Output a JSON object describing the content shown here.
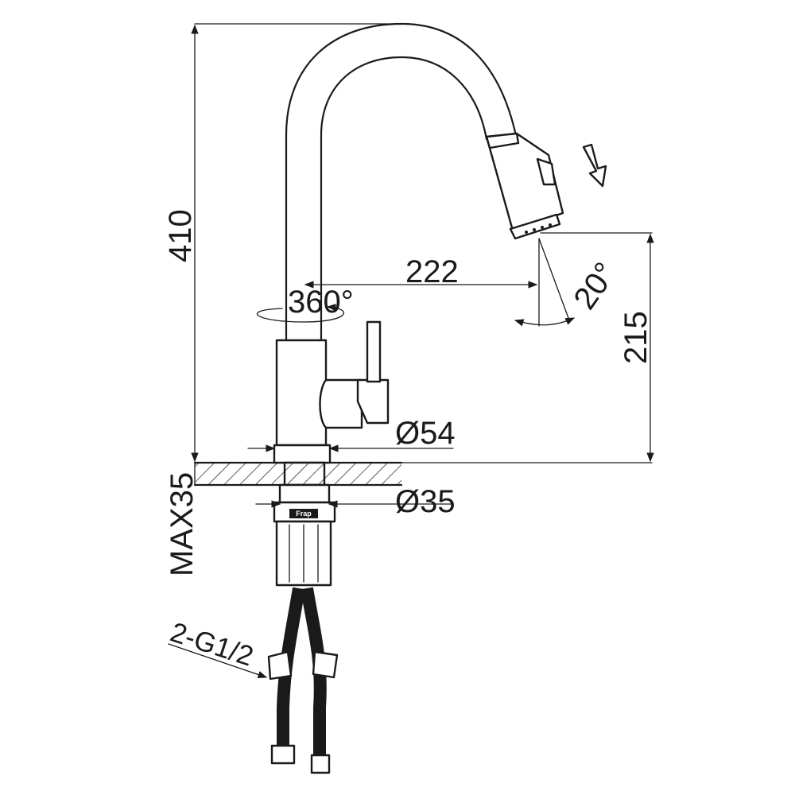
{
  "dimensions": {
    "height_total": "410",
    "reach": "222",
    "swivel": "360°",
    "spray_angle": "20°",
    "spout_height": "215",
    "base_diameter": "Ø54",
    "shank_diameter": "Ø35",
    "max_counter_thickness": "MAX35",
    "hose_connection": "2-G1/2"
  },
  "brand_mark": "Frap",
  "colors": {
    "line": "#1a1a1a",
    "background": "#ffffff"
  }
}
